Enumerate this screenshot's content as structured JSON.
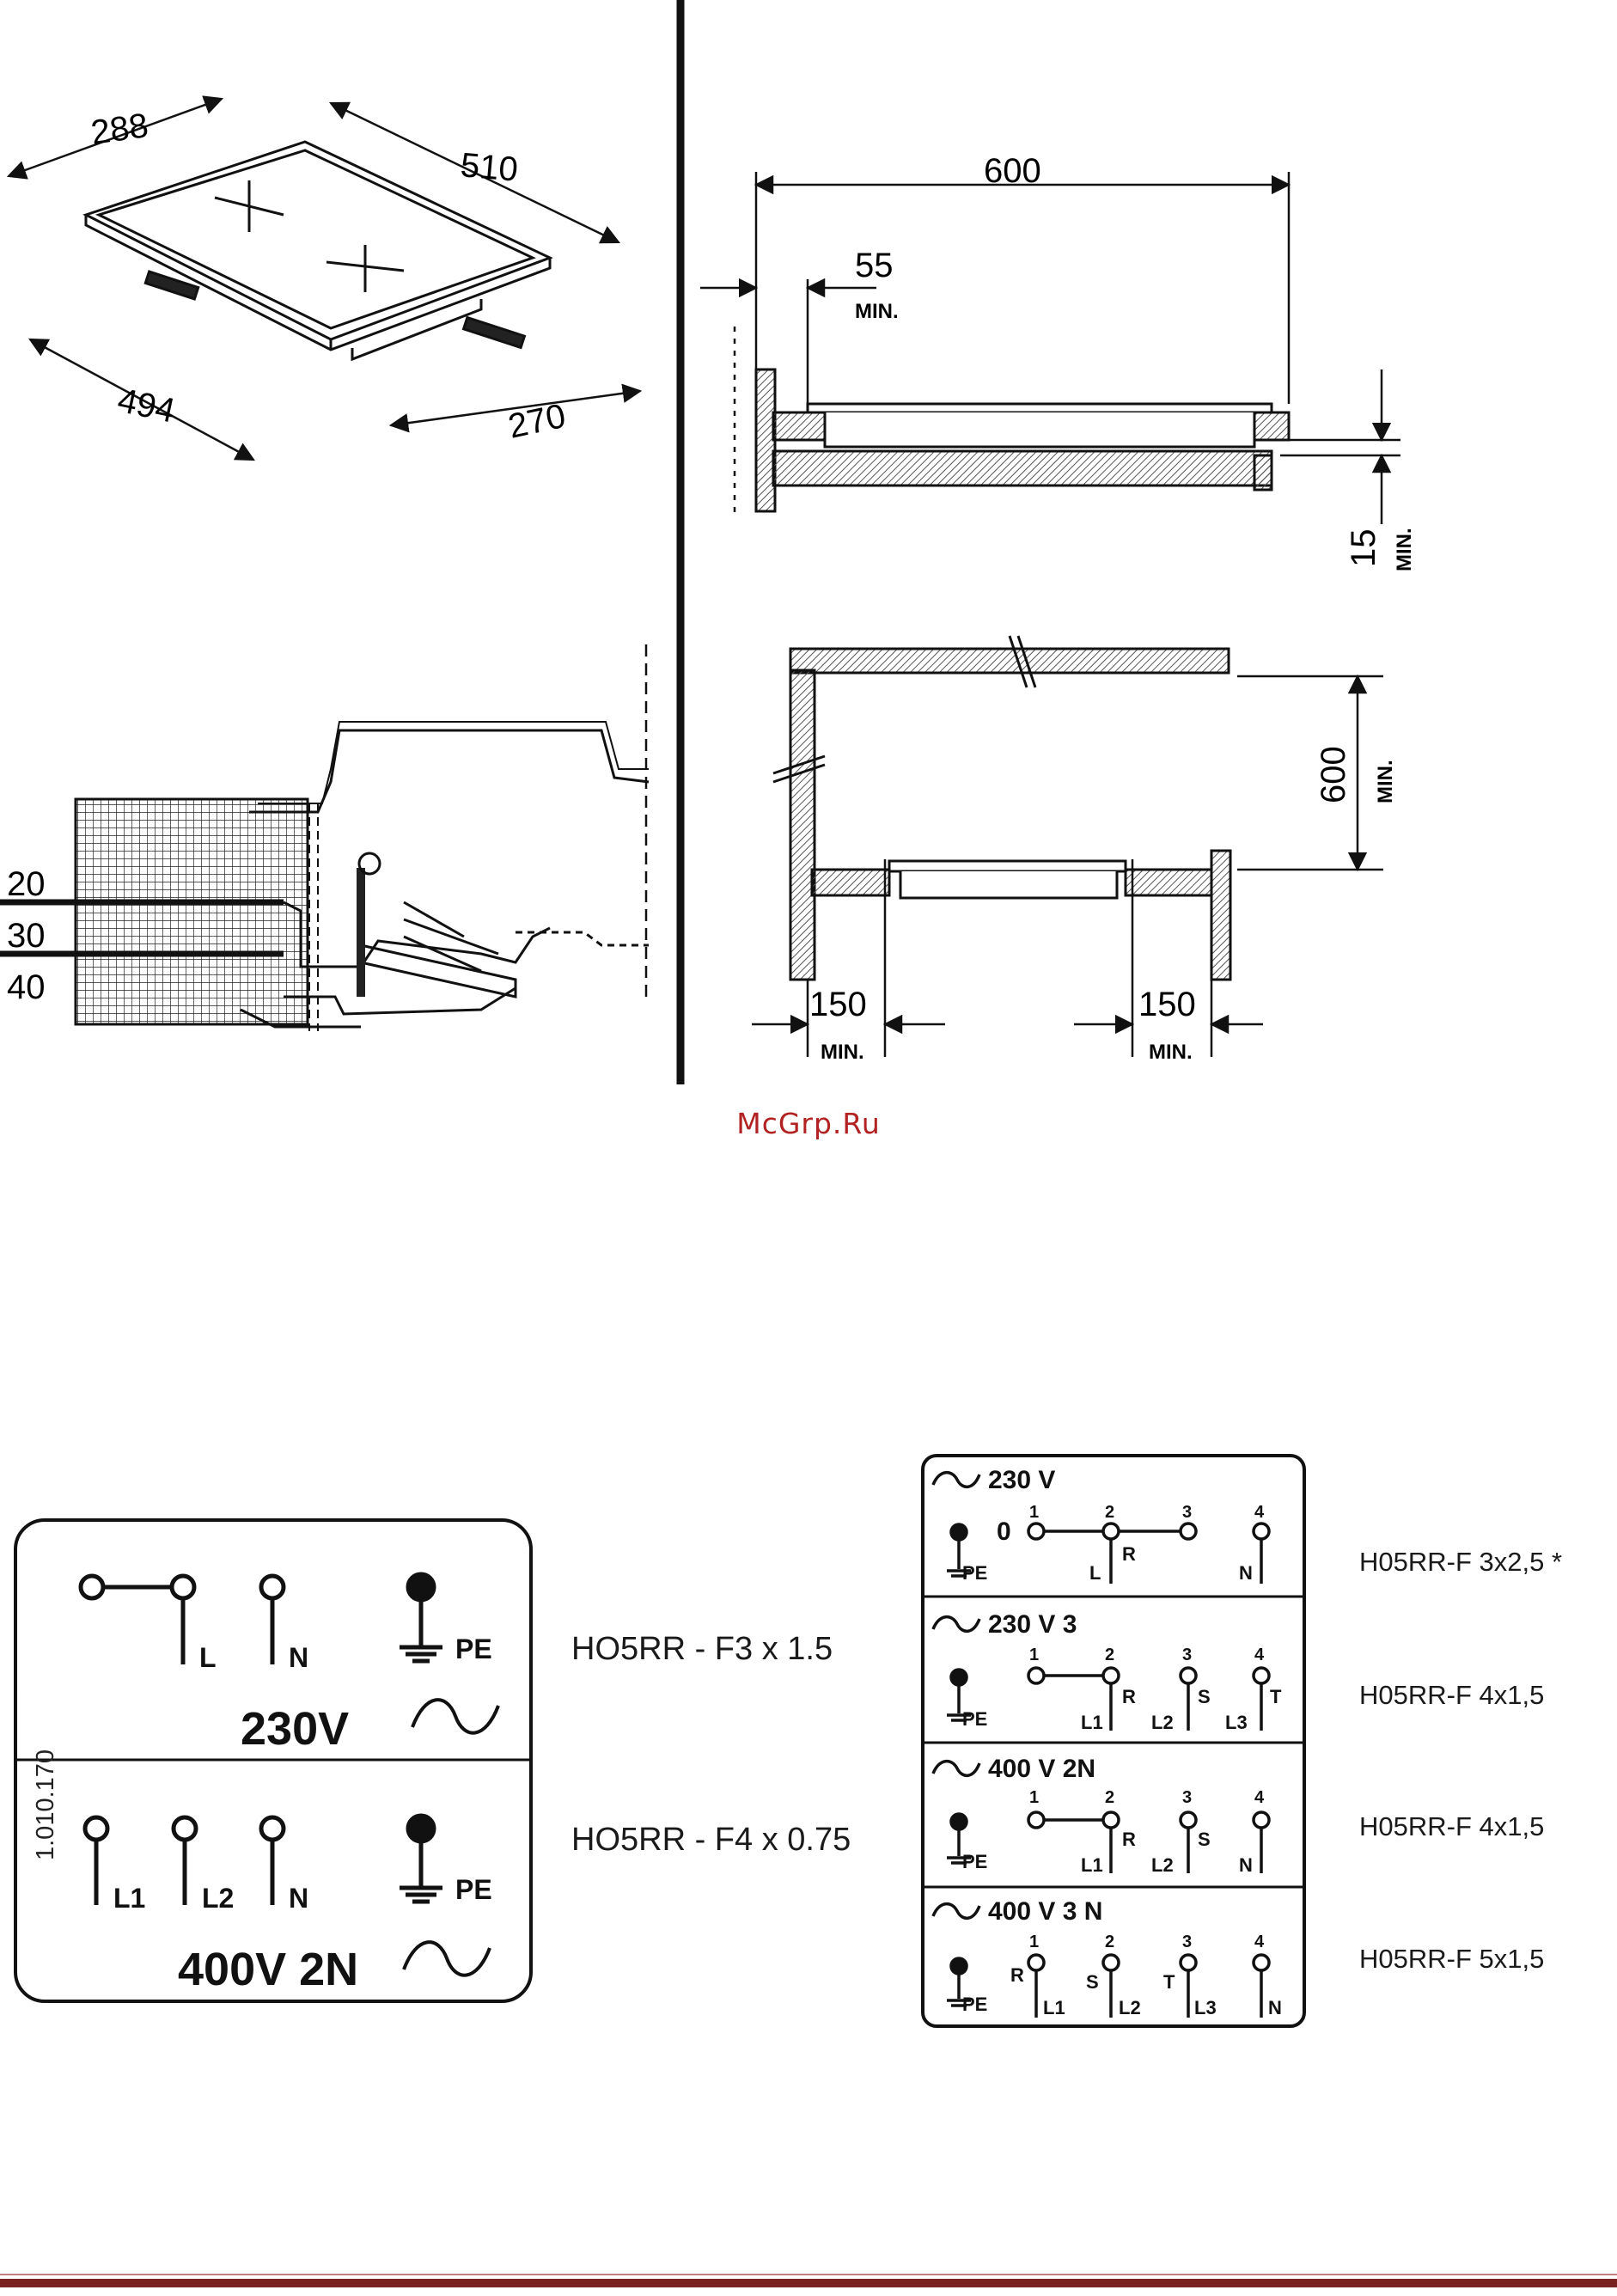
{
  "drawing_top": {
    "hob_dims": [
      "288",
      "510",
      "494",
      "270"
    ],
    "side_section": {
      "width": "600",
      "gap": "55",
      "gap_note": "MIN.",
      "depth": "15",
      "depth_note": "MIN."
    },
    "cabinet_section": {
      "height": "600",
      "height_note": "MIN.",
      "left": "150",
      "left_note": "MIN.",
      "right": "150",
      "right_note": "MIN."
    },
    "clip_section": {
      "levels": [
        "20",
        "30",
        "40"
      ]
    }
  },
  "watermark": "McGrp.Ru",
  "terminal_left": {
    "doc_number": "1.010.170",
    "top": {
      "terms": [
        "L",
        "N",
        "PE"
      ],
      "voltage": "230V"
    },
    "bottom": {
      "terms": [
        "L1",
        "L2",
        "N",
        "PE"
      ],
      "voltage": "400V 2N"
    }
  },
  "cables_left": [
    "HO5RR - F3 x 1.5",
    "HO5RR - F4 x 0.75"
  ],
  "terminal_right": {
    "rows": [
      {
        "title": "230 V",
        "zero": "0",
        "numbers": [
          "1",
          "2",
          "3",
          "4"
        ],
        "letters": [
          "R"
        ],
        "terms": [
          "PE",
          "L",
          "N"
        ]
      },
      {
        "title": "230 V 3",
        "numbers": [
          "1",
          "2",
          "3",
          "4"
        ],
        "letters": [
          "R",
          "S",
          "T"
        ],
        "terms": [
          "PE",
          "L1",
          "L2",
          "L3"
        ]
      },
      {
        "title": "400 V 2N",
        "numbers": [
          "1",
          "2",
          "3",
          "4"
        ],
        "letters": [
          "R",
          "S"
        ],
        "terms": [
          "PE",
          "L1",
          "L2",
          "N"
        ]
      },
      {
        "title": "400 V 3 N",
        "numbers": [
          "1",
          "2",
          "3",
          "4"
        ],
        "letters": [
          "R",
          "S",
          "T"
        ],
        "terms": [
          "PE",
          "L1",
          "L2",
          "L3",
          "N"
        ]
      }
    ]
  },
  "cables_right": [
    "H05RR-F 3x2,5 *",
    "H05RR-F 4x1,5",
    "H05RR-F 4x1,5",
    "H05RR-F 5x1,5"
  ],
  "colors": {
    "ink": "#111111",
    "watermark": "#b22222",
    "footer": "#7a2222"
  }
}
